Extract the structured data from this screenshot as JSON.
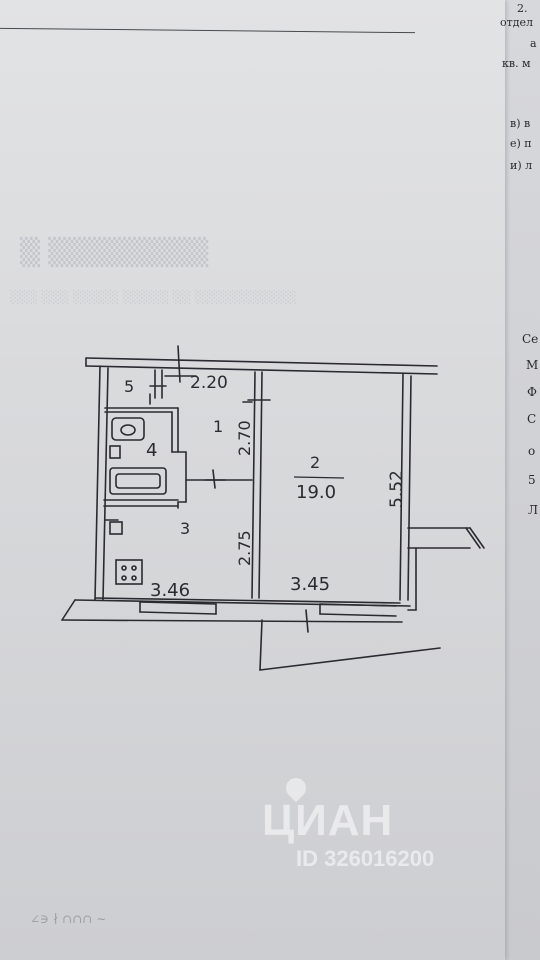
{
  "right_margin": {
    "lines": [
      "2.",
      "отдел",
      "а",
      "кв. м",
      "в) в",
      "е) п",
      "и) л",
      "Се",
      "М",
      "Ф",
      "С",
      "о",
      "5",
      "Л"
    ]
  },
  "plan": {
    "room_numbers": [
      "1",
      "2",
      "3",
      "4",
      "5"
    ],
    "room_area": "19.0",
    "dimensions": [
      "2.20",
      "2.70",
      "2.75",
      "5.52",
      "3.46",
      "3.45"
    ]
  },
  "watermark": {
    "brand": "ЦИАН",
    "id": "ID 326016200"
  }
}
